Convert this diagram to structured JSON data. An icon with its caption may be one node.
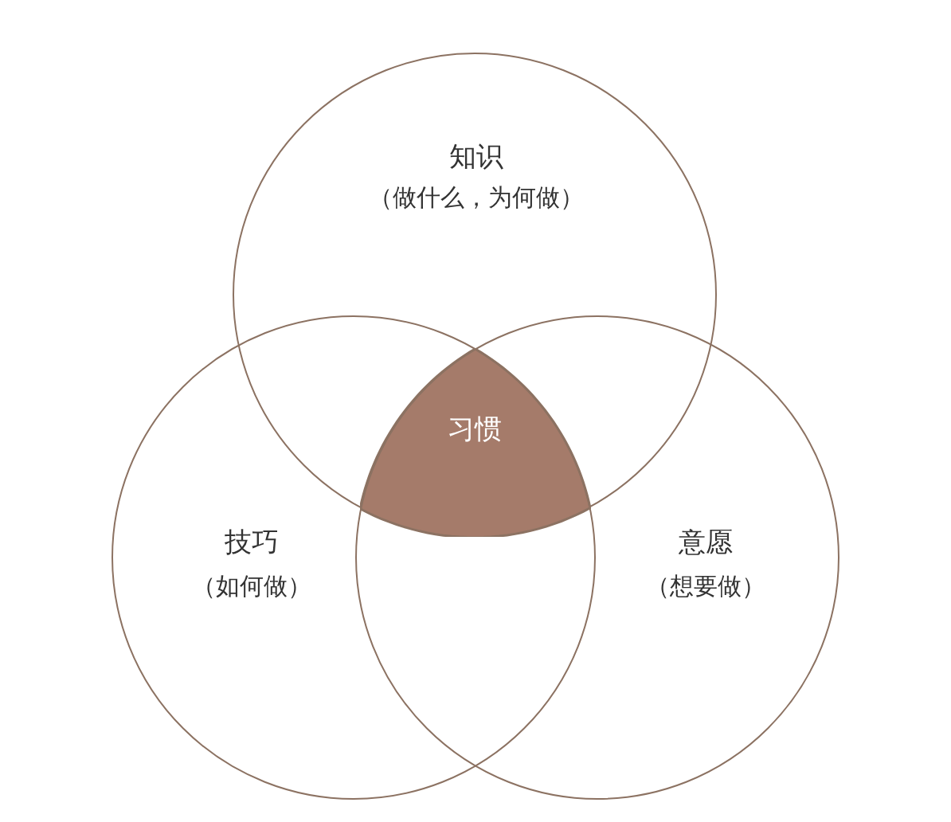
{
  "diagram": {
    "nodes": [
      {
        "text": [
          "知识",
          "（做什么，为何做）"
        ]
      },
      {
        "text": [
          "习惯"
        ]
      },
      {
        "text": [
          "技巧",
          "（如何做）"
        ]
      },
      {
        "text": [
          "意愿",
          "（想要做）"
        ]
      }
    ]
  }
}
